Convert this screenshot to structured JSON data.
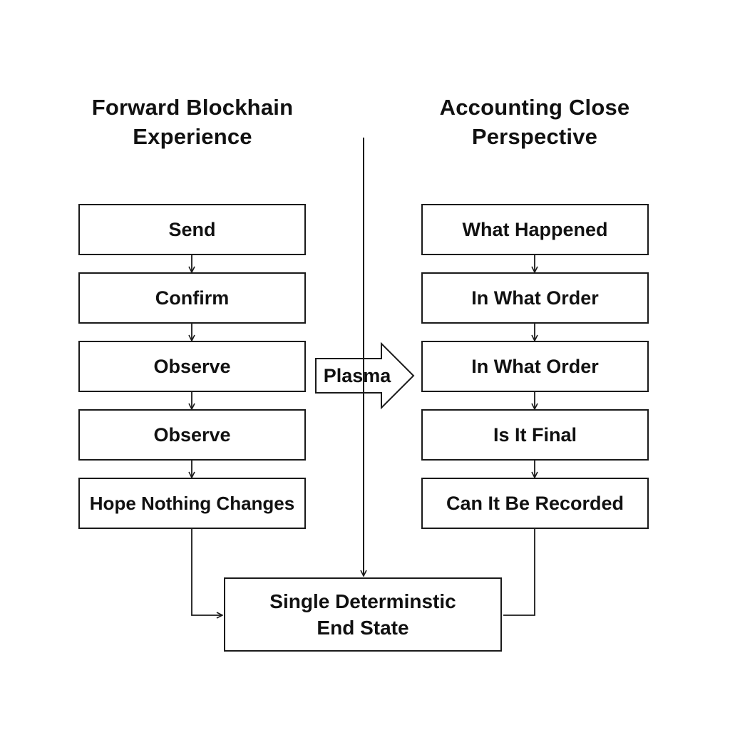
{
  "left_column": {
    "heading_line1": "Forward Blockhain",
    "heading_line2": "Experience",
    "steps": [
      "Send",
      "Confirm",
      "Observe",
      "Observe",
      "Hope Nothing Changes"
    ]
  },
  "right_column": {
    "heading_line1": "Accounting Close",
    "heading_line2": "Perspective",
    "steps": [
      "What Happened",
      "In What Order",
      "In What Order",
      "Is It Final",
      "Can It Be Recorded"
    ]
  },
  "bridge": {
    "label": "Plasma"
  },
  "end_state": {
    "line1": "Single Determinstic",
    "line2": "End State"
  }
}
